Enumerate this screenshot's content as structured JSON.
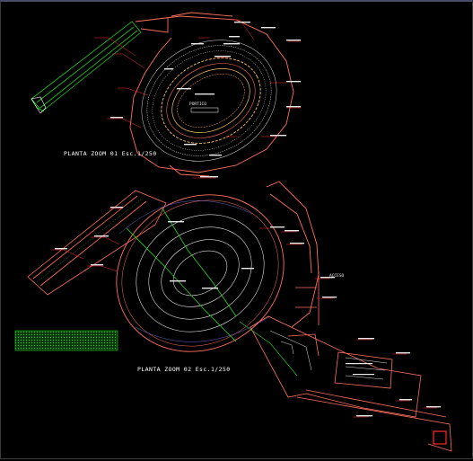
{
  "drawing": {
    "plan1_title": "PLANTA ZOOM 01  Esc.1/250",
    "plan2_title": "PLANTA ZOOM 02  Esc.1/250",
    "zone_label_top": "PORTICO",
    "access_label": "ACCESO"
  },
  "colors": {
    "background": "#000000",
    "outline": "#ff6f5e",
    "annotation": "#e8e8e8",
    "leader": "#ff2a2a",
    "path": "#22c622",
    "hatch": "#1f8a1f",
    "inner_ring": "#f0c060",
    "dim": "#7f7fff"
  }
}
